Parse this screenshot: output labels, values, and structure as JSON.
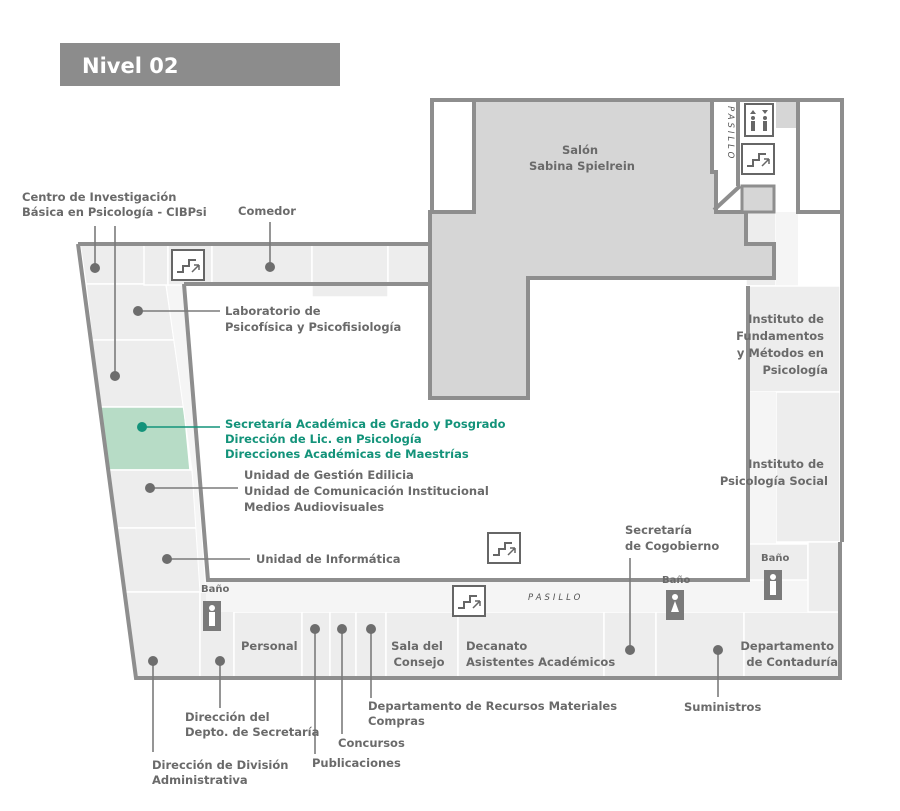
{
  "title": "Nivel 02",
  "colors": {
    "title_bg": "#8c8c8c",
    "wall": "#8e8e8e",
    "room_fill": "#ededed",
    "block_fill": "#d6d6d6",
    "highlight_fill": "#b7dcc6",
    "highlight_text": "#13937a",
    "label_text": "#6a6a6a"
  },
  "corridor_labels": {
    "vertical": "PASILLO",
    "horizontal": "PASILLO"
  },
  "bath_labels": {
    "left": "Baño",
    "center": "Baño",
    "right": "Baño"
  },
  "labels": {
    "cibpsi": [
      "Centro de Investigación",
      "Básica en Psicología - CIBPsi"
    ],
    "comedor": [
      "Comedor"
    ],
    "salon": [
      "Salón",
      "Sabina Spielrein"
    ],
    "laboratorio": [
      "Laboratorio de",
      "Psicofísica y Psicofisiología"
    ],
    "secretaria_academica": [
      "Secretaría Académica de Grado y Posgrado",
      "Dirección de Lic. en Psicología",
      "Direcciones Académicas de Maestrías"
    ],
    "gestion": [
      "Unidad de Gestión Edilicia",
      "Unidad de Comunicación Institucional",
      "Medios Audiovisuales"
    ],
    "informatica": [
      "Unidad de Informática"
    ],
    "instituto_fundamentos": [
      "Instituto de",
      "Fundamentos",
      "y Métodos en",
      "Psicología"
    ],
    "instituto_social": [
      "Instituto de",
      "Psicología Social"
    ],
    "cogobierno": [
      "Secretaría",
      "de Cogobierno"
    ],
    "personal": [
      "Personal"
    ],
    "sala_consejo": [
      "Sala del",
      "Consejo"
    ],
    "decanato": [
      "Decanato",
      "Asistentes Académicos"
    ],
    "contaduria": [
      "Departamento",
      "de Contaduría"
    ],
    "suministros": [
      "Suministros"
    ],
    "recursos": [
      "Departamento de Recursos Materiales",
      "Compras"
    ],
    "concursos": [
      "Concursos"
    ],
    "publicaciones": [
      "Publicaciones"
    ],
    "depto_secretaria": [
      "Dirección del",
      "Depto. de Secretaría"
    ],
    "division_admin": [
      "Dirección de División",
      "Administrativa"
    ]
  }
}
